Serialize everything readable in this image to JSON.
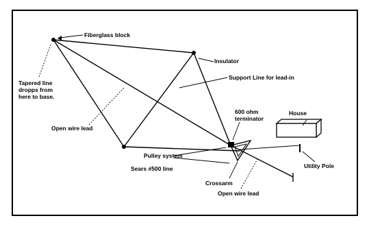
{
  "labels": {
    "fiberglass_block": "Fiberglass block",
    "insulator": "Insulator",
    "tapered_line": [
      "Tapered line",
      "dropps from",
      "here to base."
    ],
    "support_line": "Support Line for lead-in",
    "open_wire_lead_left": "Open wire lead",
    "terminator": [
      "600 ohm",
      "terminator"
    ],
    "house": "House",
    "pulley_system": "Pulley system",
    "sears_line": "Sears #500 line",
    "utility_pole": "Utility Pole",
    "crossarm": "Crossarm",
    "open_wire_lead_bottom": "Open wire lead"
  }
}
